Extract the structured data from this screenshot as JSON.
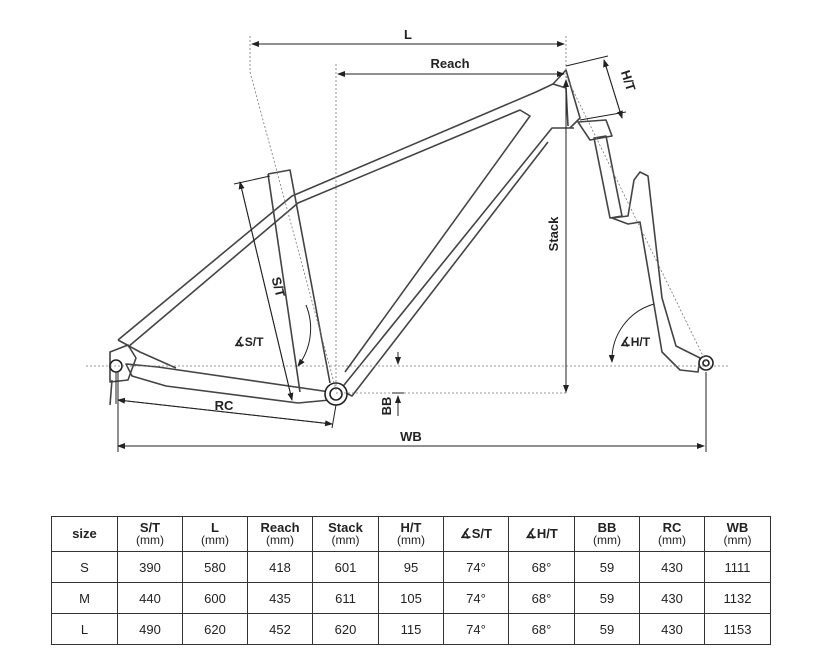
{
  "diagram": {
    "labels": {
      "L": "L",
      "reach": "Reach",
      "ht": "H/T",
      "stack": "Stack",
      "st": "S/T",
      "st_angle": "∡S/T",
      "ht_angle": "∡H/T",
      "rc": "RC",
      "bb": "BB",
      "wb": "WB"
    }
  },
  "table": {
    "headers": [
      {
        "name": "size",
        "unit": ""
      },
      {
        "name": "S/T",
        "unit": "(mm)"
      },
      {
        "name": "L",
        "unit": "(mm)"
      },
      {
        "name": "Reach",
        "unit": "(mm)"
      },
      {
        "name": "Stack",
        "unit": "(mm)"
      },
      {
        "name": "H/T",
        "unit": "(mm)"
      },
      {
        "name": "∡S/T",
        "unit": ""
      },
      {
        "name": "∡H/T",
        "unit": ""
      },
      {
        "name": "BB",
        "unit": "(mm)"
      },
      {
        "name": "RC",
        "unit": "(mm)"
      },
      {
        "name": "WB",
        "unit": "(mm)"
      }
    ],
    "rows": [
      [
        "S",
        "390",
        "580",
        "418",
        "601",
        "95",
        "74°",
        "68°",
        "59",
        "430",
        "1111"
      ],
      [
        "M",
        "440",
        "600",
        "435",
        "611",
        "105",
        "74°",
        "68°",
        "59",
        "430",
        "1132"
      ],
      [
        "L",
        "490",
        "620",
        "452",
        "620",
        "115",
        "74°",
        "68°",
        "59",
        "430",
        "1153"
      ]
    ]
  }
}
